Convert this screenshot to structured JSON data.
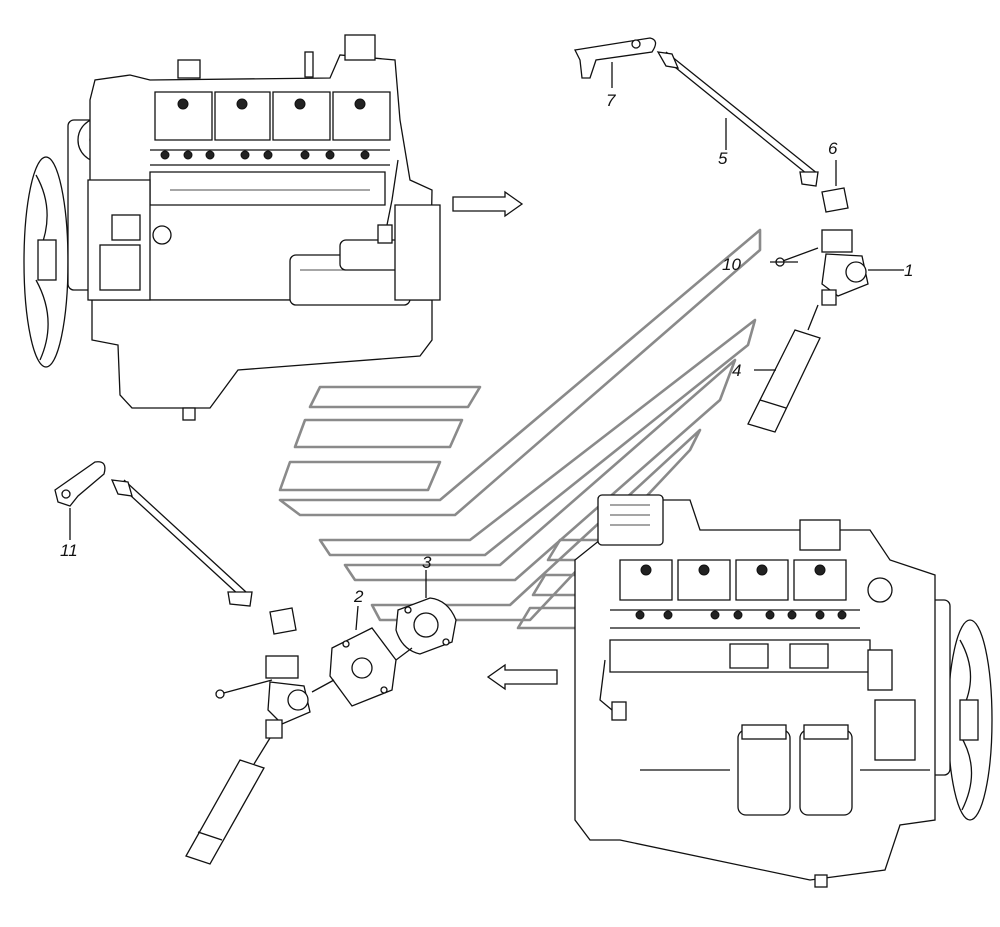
{
  "callouts": {
    "c1": "1",
    "c2": "2",
    "c3": "3",
    "c4": "4",
    "c5": "5",
    "c6": "6",
    "c7": "7",
    "c10": "10",
    "c11": "11"
  },
  "colors": {
    "line": "#111111",
    "watermark": "#8a8a8a",
    "background": "#ffffff"
  },
  "icons": {
    "arrow_right": "arrow-right-icon",
    "arrow_left": "arrow-left-icon",
    "watermark": "kamaz-logo-watermark"
  }
}
